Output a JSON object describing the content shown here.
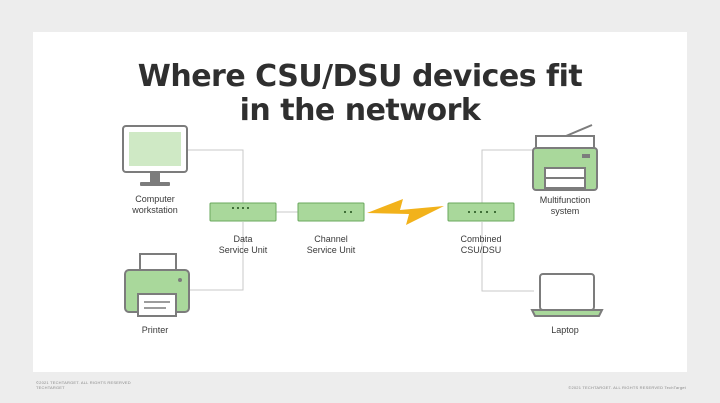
{
  "title": {
    "line1": "Where CSU/DSU devices fit",
    "line2": "in the network"
  },
  "nodes": {
    "computer": {
      "line1": "Computer",
      "line2": "workstation",
      "icon": "desktop-monitor-icon"
    },
    "printer": {
      "label": "Printer",
      "icon": "printer-icon"
    },
    "dsu": {
      "line1": "Data",
      "line2": "Service Unit"
    },
    "csu": {
      "line1": "Channel",
      "line2": "Service Unit"
    },
    "combined": {
      "line1": "Combined",
      "line2": "CSU/DSU"
    },
    "multifunction": {
      "line1": "Multifunction",
      "line2": "system",
      "icon": "multifunction-printer-icon"
    },
    "laptop": {
      "label": "Laptop",
      "icon": "laptop-icon"
    }
  },
  "link_icon": "lightning-bolt-icon",
  "footer": {
    "left_line1": "©2021 TECHTARGET. ALL RIGHTS RESERVED",
    "left_line2": "TECHTARGET",
    "right": "©2021 TECHTARGET. ALL RIGHTS RESERVED  TechTarget"
  },
  "colors": {
    "device_fill": "#a9d89b",
    "device_stroke": "#6aa85e",
    "icon_stroke": "#7c7c7c",
    "bolt": "#f2b21b",
    "line": "#c9c9c9",
    "title": "#2f2f2f"
  }
}
